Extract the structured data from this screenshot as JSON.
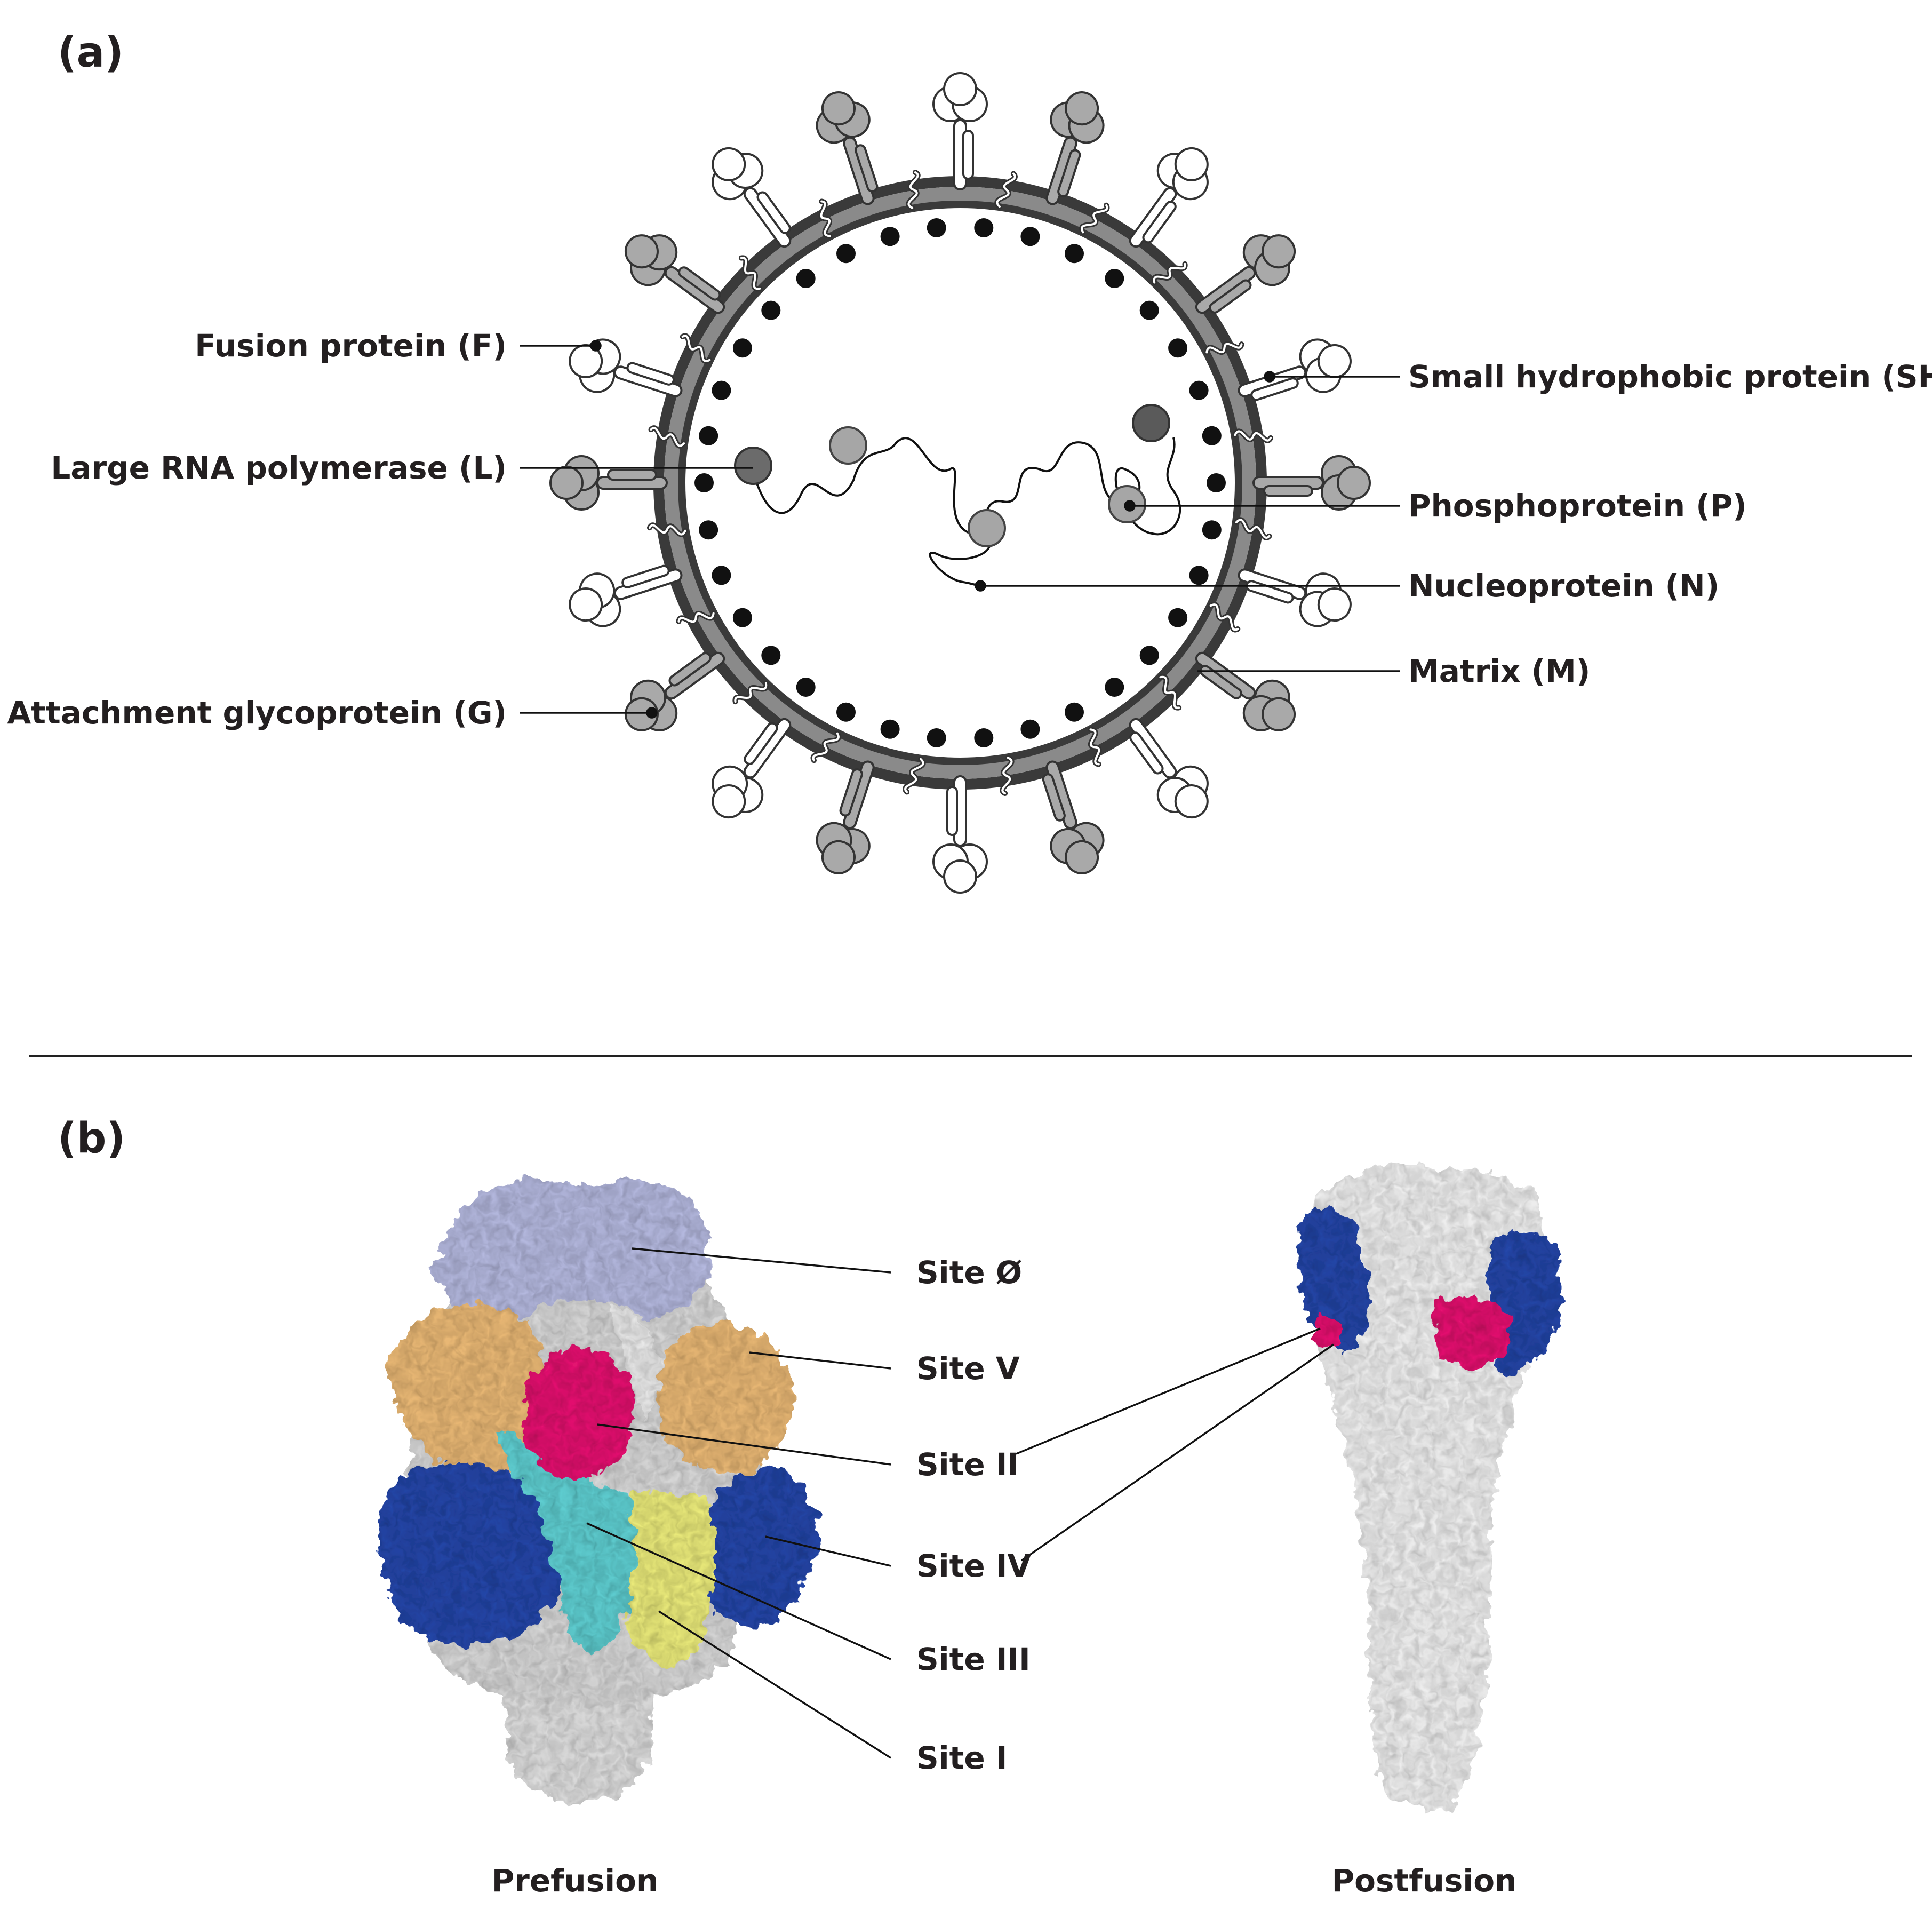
{
  "panel_a": {
    "label": "(a)",
    "labels": {
      "fusion": "Fusion protein (F)",
      "polymerase": "Large RNA polymerase (L)",
      "attachment": "Attachment glycoprotein (G)",
      "sh": "Small hydrophobic protein (SH)",
      "phospho": "Phosphoprotein (P)",
      "nucleo": "Nucleoprotein (N)",
      "matrix": "Matrix (M)"
    }
  },
  "panel_b": {
    "label": "(b)",
    "sites": {
      "s0": "Site Ø",
      "s5": "Site V",
      "s2": "Site II",
      "s4": "Site IV",
      "s3": "Site III",
      "s1": "Site I"
    },
    "captions": {
      "prefusion": "Prefusion",
      "postfusion": "Postfusion"
    }
  },
  "colors": {
    "site_0": "#b4b8de",
    "site_V": "#e8b774",
    "site_II": "#e3126f",
    "site_IV": "#2846a8",
    "site_III": "#5fcdd0",
    "site_I": "#eaea7a",
    "protein_grey": "#d2d2d2"
  }
}
